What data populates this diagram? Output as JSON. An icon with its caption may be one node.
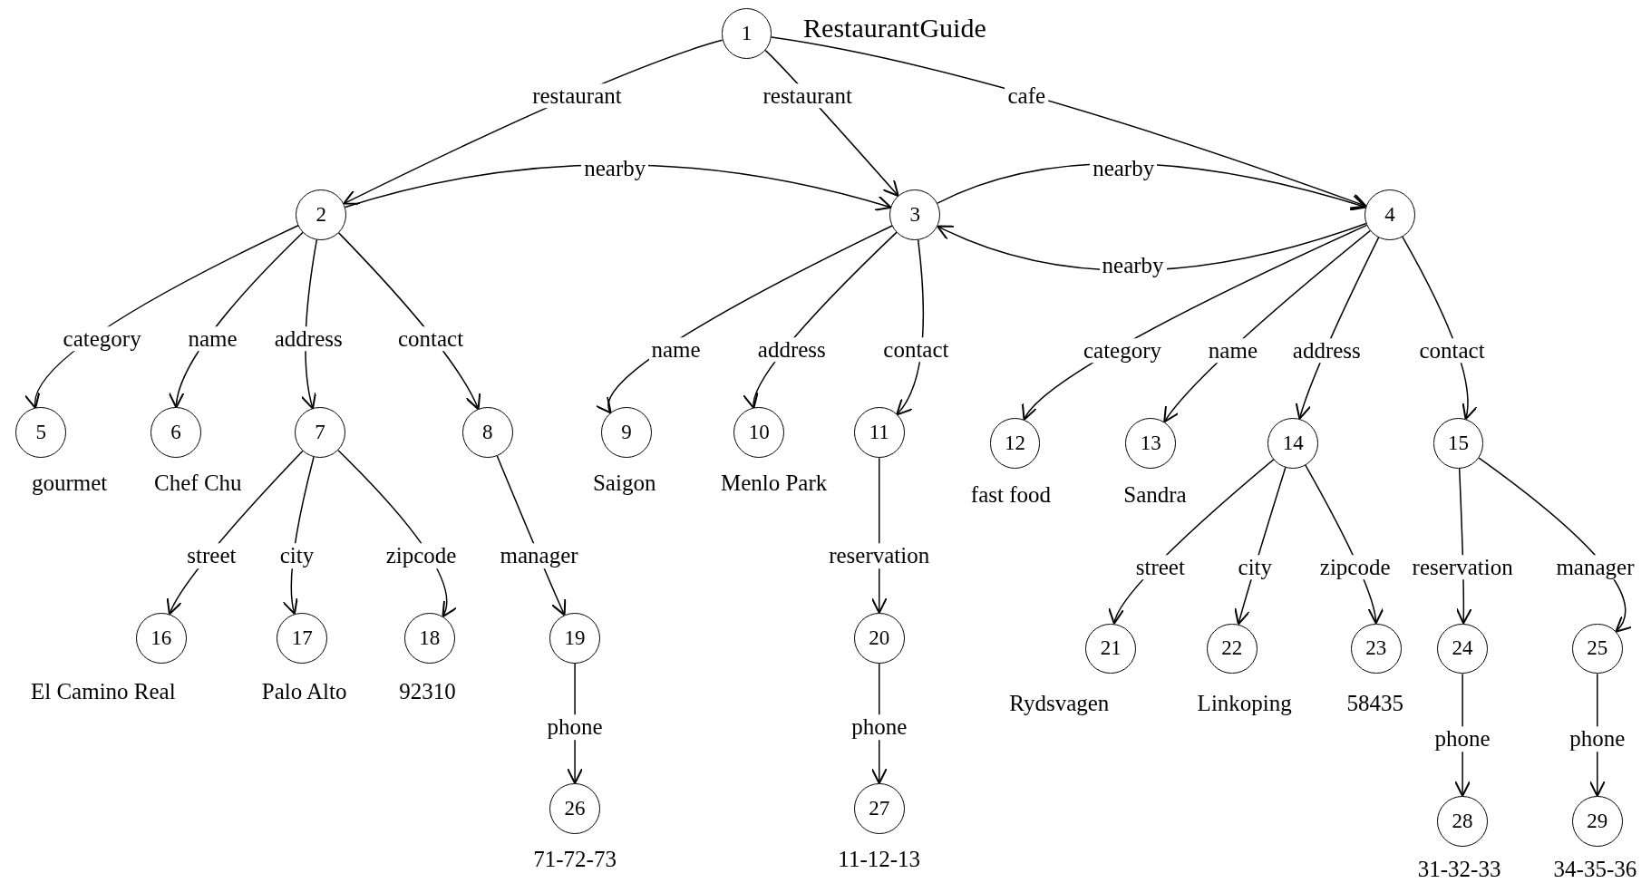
{
  "diagram": {
    "nodes": [
      {
        "text": [
          "1"
        ],
        "beside": [
          "RestaurantGuide"
        ]
      },
      {
        "text": [
          "2"
        ]
      },
      {
        "text": [
          "3"
        ]
      },
      {
        "text": [
          "4"
        ]
      },
      {
        "text": [
          "5"
        ],
        "beside": [
          "gourmet"
        ]
      },
      {
        "text": [
          "6"
        ],
        "beside": [
          "Chef Chu"
        ]
      },
      {
        "text": [
          "7"
        ]
      },
      {
        "text": [
          "8"
        ]
      },
      {
        "text": [
          "9"
        ],
        "beside": [
          "Saigon"
        ]
      },
      {
        "text": [
          "10"
        ],
        "beside": [
          "Menlo Park"
        ]
      },
      {
        "text": [
          "11"
        ]
      },
      {
        "text": [
          "12"
        ],
        "beside": [
          "fast food"
        ]
      },
      {
        "text": [
          "13"
        ],
        "beside": [
          "Sandra"
        ]
      },
      {
        "text": [
          "14"
        ]
      },
      {
        "text": [
          "15"
        ]
      },
      {
        "text": [
          "16"
        ],
        "beside": [
          "El Camino Real"
        ]
      },
      {
        "text": [
          "17"
        ],
        "beside": [
          "Palo Alto"
        ]
      },
      {
        "text": [
          "18"
        ],
        "beside": [
          "92310"
        ]
      },
      {
        "text": [
          "19"
        ]
      },
      {
        "text": [
          "20"
        ]
      },
      {
        "text": [
          "21"
        ],
        "beside": [
          "Rydsvagen"
        ]
      },
      {
        "text": [
          "22"
        ],
        "beside": [
          "Linkoping"
        ]
      },
      {
        "text": [
          "23"
        ],
        "beside": [
          "58435"
        ]
      },
      {
        "text": [
          "24"
        ]
      },
      {
        "text": [
          "25"
        ]
      },
      {
        "text": [
          "26"
        ],
        "beside": [
          "71-72-73"
        ]
      },
      {
        "text": [
          "27"
        ],
        "beside": [
          "11-12-13"
        ]
      },
      {
        "text": [
          "28"
        ],
        "beside": [
          "31-32-33"
        ]
      },
      {
        "text": [
          "29"
        ],
        "beside": [
          "34-35-36"
        ]
      }
    ],
    "edges": [
      {
        "from": 0,
        "to": 1,
        "arrow": "to",
        "label": "restaurant"
      },
      {
        "from": 0,
        "to": 2,
        "arrow": "to",
        "label": "restaurant"
      },
      {
        "from": 0,
        "to": 3,
        "arrow": "to",
        "label": "cafe"
      },
      {
        "from": 1,
        "to": 2,
        "arrow": "to",
        "label": "nearby"
      },
      {
        "from": 2,
        "to": 3,
        "arrow": "to",
        "label": "nearby"
      },
      {
        "from": 3,
        "to": 2,
        "arrow": "to",
        "label": "nearby"
      },
      {
        "from": 1,
        "to": 4,
        "arrow": "to",
        "label": "category"
      },
      {
        "from": 1,
        "to": 5,
        "arrow": "to",
        "label": "name"
      },
      {
        "from": 1,
        "to": 6,
        "arrow": "to",
        "label": "address"
      },
      {
        "from": 1,
        "to": 7,
        "arrow": "to",
        "label": "contact"
      },
      {
        "from": 6,
        "to": 15,
        "arrow": "to",
        "label": "street"
      },
      {
        "from": 6,
        "to": 16,
        "arrow": "to",
        "label": "city"
      },
      {
        "from": 6,
        "to": 17,
        "arrow": "to",
        "label": "zipcode"
      },
      {
        "from": 7,
        "to": 18,
        "arrow": "to",
        "label": "manager"
      },
      {
        "from": 2,
        "to": 8,
        "arrow": "to",
        "label": "name"
      },
      {
        "from": 2,
        "to": 9,
        "arrow": "to",
        "label": "address"
      },
      {
        "from": 2,
        "to": 10,
        "arrow": "to",
        "label": "contact"
      },
      {
        "from": 10,
        "to": 19,
        "arrow": "to",
        "label": "reservation"
      },
      {
        "from": 18,
        "to": 25,
        "arrow": "to",
        "label": "phone"
      },
      {
        "from": 19,
        "to": 26,
        "arrow": "to",
        "label": "phone"
      },
      {
        "from": 3,
        "to": 11,
        "arrow": "to",
        "label": "category"
      },
      {
        "from": 3,
        "to": 12,
        "arrow": "to",
        "label": "name"
      },
      {
        "from": 3,
        "to": 13,
        "arrow": "to",
        "label": "address"
      },
      {
        "from": 3,
        "to": 14,
        "arrow": "to",
        "label": "contact"
      },
      {
        "from": 13,
        "to": 20,
        "arrow": "to",
        "label": "street"
      },
      {
        "from": 13,
        "to": 21,
        "arrow": "to",
        "label": "city"
      },
      {
        "from": 13,
        "to": 22,
        "arrow": "to",
        "label": "zipcode"
      },
      {
        "from": 14,
        "to": 23,
        "arrow": "to",
        "label": "reservation"
      },
      {
        "from": 14,
        "to": 24,
        "arrow": "to",
        "label": "manager"
      },
      {
        "from": 23,
        "to": 27,
        "arrow": "to",
        "label": "phone"
      },
      {
        "from": 24,
        "to": 28,
        "arrow": "to",
        "label": "phone"
      }
    ]
  }
}
